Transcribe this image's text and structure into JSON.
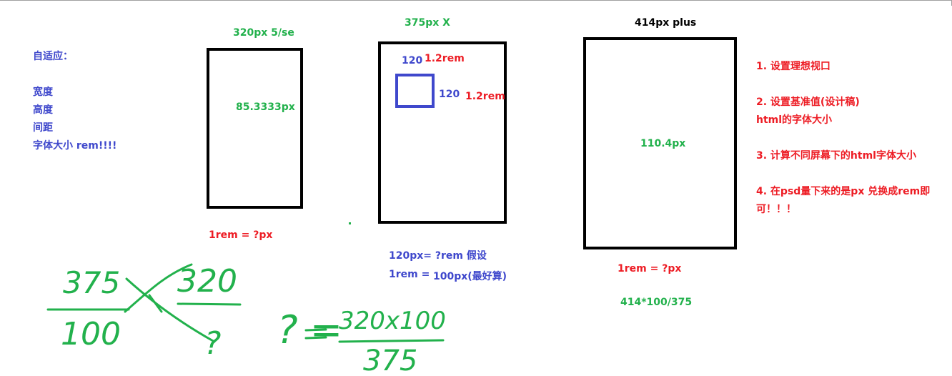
{
  "left_notes": {
    "title": "自适应：",
    "items": [
      "宽度",
      "高度",
      "间距",
      "字体大小   rem!!!!"
    ]
  },
  "phone_320": {
    "label": "320px  5/se",
    "inner": "85.3333px",
    "formula": "1rem = ?px"
  },
  "phone_375": {
    "label": "375px   X",
    "w_value": "120",
    "w_rem": "1.2rem",
    "h_value": "120",
    "h_rem": "1.2rem",
    "formula1": "120px= ?rem  假设",
    "formula2_a": "1rem =",
    "formula2_b": "100px(最好算)"
  },
  "phone_414": {
    "label": "414px  plus",
    "inner": "110.4px",
    "formula": "1rem = ?px",
    "calc": "414*100/375"
  },
  "steps": {
    "s1": "1. 设置理想视口",
    "s2a": "2. 设置基准值(设计稿)",
    "s2b": "html的字体大小",
    "s3": "3. 计算不同屏幕下的html字体大小",
    "s4a": "4. 在psd量下来的是px 兑换成rem即",
    "s4b": "可！！！"
  },
  "handwriting": {
    "left_top": "375",
    "left_bottom": "100",
    "right_top": "320",
    "right_bottom": "?",
    "eq_left": "? =",
    "eq_numerator": "320x100",
    "eq_denominator": "375"
  },
  "colors": {
    "blue": "#3f48cc",
    "green": "#22b14c",
    "red": "#ed1c24",
    "black": "#000000"
  }
}
